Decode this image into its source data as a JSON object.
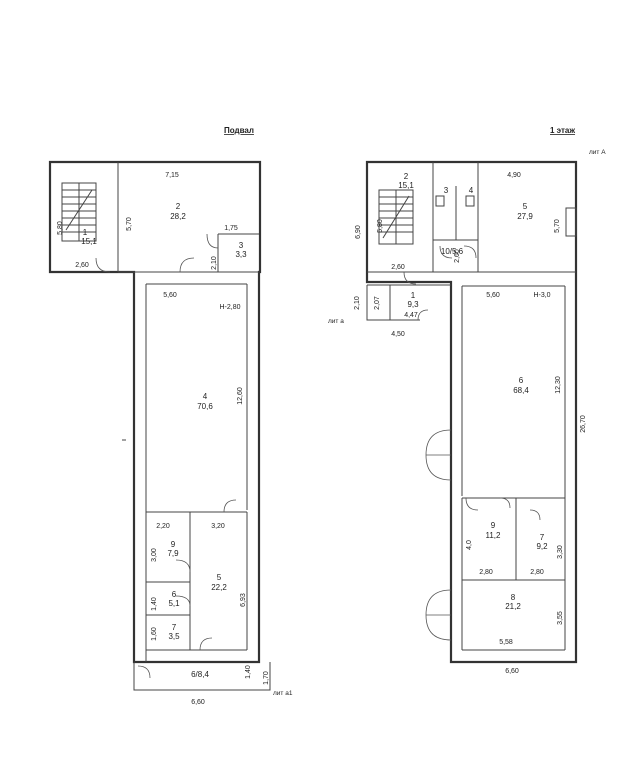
{
  "left_plan": {
    "title": "Подвал",
    "rooms": {
      "r1_num": "1",
      "r1_area": "15,1",
      "r2_num": "2",
      "r2_area": "28,2",
      "r3_num": "3",
      "r3_area": "3,3",
      "r4_num": "4",
      "r4_area": "70,6",
      "r5_num": "5",
      "r5_area": "22,2",
      "r6_num": "6",
      "r6_area": "5,1",
      "r7_num": "7",
      "r7_area": "3,5",
      "r8_label": "6/8,4",
      "r9_num": "9",
      "r9_area": "7,9"
    },
    "dims": {
      "d715": "7,15",
      "d570": "5,70",
      "d580": "5,80",
      "d260": "2,60",
      "d175": "1,75",
      "d210": "2,10",
      "d560": "5,60",
      "dh280": "H-2,80",
      "d1260": "12,60",
      "d220": "2,20",
      "d320": "3,20",
      "d300": "3,00",
      "d693": "6,93",
      "d140a": "1,40",
      "d160": "1,60",
      "d140b": "1,40",
      "d170": "1,70",
      "d660": "6,60"
    },
    "lit": "лит а1"
  },
  "right_plan": {
    "title": "1 этаж",
    "lit_a": "лит А",
    "lit_small": "лит а",
    "rooms": {
      "r1_num": "1",
      "r1_area": "9,3",
      "r2_num": "2",
      "r2_area": "15,1",
      "r3_num": "3",
      "r4_num": "4",
      "r5_num": "5",
      "r5_area": "27,9",
      "r6_num": "6",
      "r6_area": "68,4",
      "r7_num": "7",
      "r7_area": "9,2",
      "r8_num": "8",
      "r8_area": "21,2",
      "r9_num": "9",
      "r9_area": "11,2",
      "r10_label": "10/5,6"
    },
    "dims": {
      "d490": "4,90",
      "d690": "6,90",
      "d570": "5,70",
      "d580": "5,80",
      "d260a": "2,60",
      "d260b": "2,60",
      "d210": "2,10",
      "d207": "2,07",
      "d447": "4,47",
      "d450": "4,50",
      "d560": "5,60",
      "dh30": "H-3,0",
      "d1230": "12,30",
      "d2670": "26,70",
      "d40": "4,0",
      "d330": "3,30",
      "d280a": "2,80",
      "d280b": "2,80",
      "d355": "3,55",
      "d558": "5,58",
      "d660": "6,60"
    }
  }
}
